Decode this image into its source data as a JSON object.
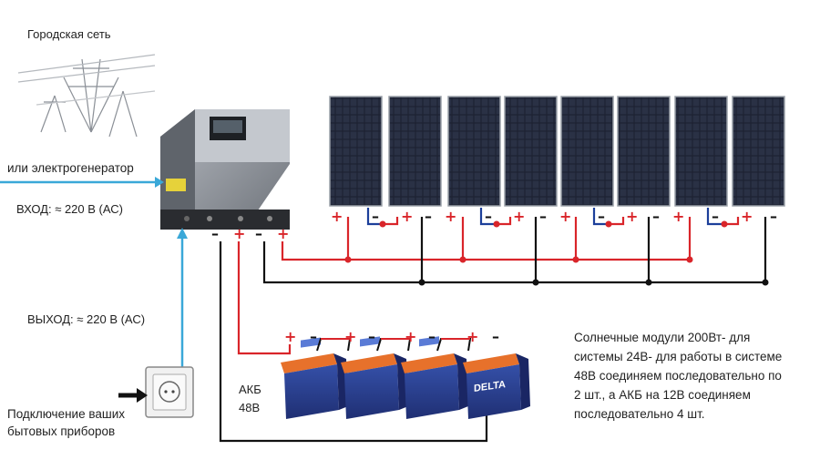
{
  "labels": {
    "city_grid": "Городская сеть",
    "generator": "или электрогенератор",
    "input": "ВХОД: ≈ 220 В (АС)",
    "output": "ВЫХОД: ≈ 220 В (АС)",
    "connect_line1": "Подключение ваших",
    "connect_line2": "бытовых приборов",
    "akb_line1": "АКБ",
    "akb_line2": "48В"
  },
  "note_lines": [
    "Солнечные модули 200Вт- для",
    "системы 24В- для работы в системе",
    "48В соединяем последовательно по",
    "2 шт., а АКБ на 12В соединяем",
    "последовательно 4 шт."
  ],
  "colors": {
    "positive_wire": "#d9252a",
    "negative_wire": "#111111",
    "ac_wire": "#3aa8d8",
    "panel": "#1d2230",
    "battery_body": "#2b3f8f",
    "battery_top": "#e7712b"
  },
  "terminals": {
    "plus": "+",
    "minus": "–"
  },
  "panel_count": 8,
  "battery_count": 4,
  "battery_brand": "DELTA"
}
